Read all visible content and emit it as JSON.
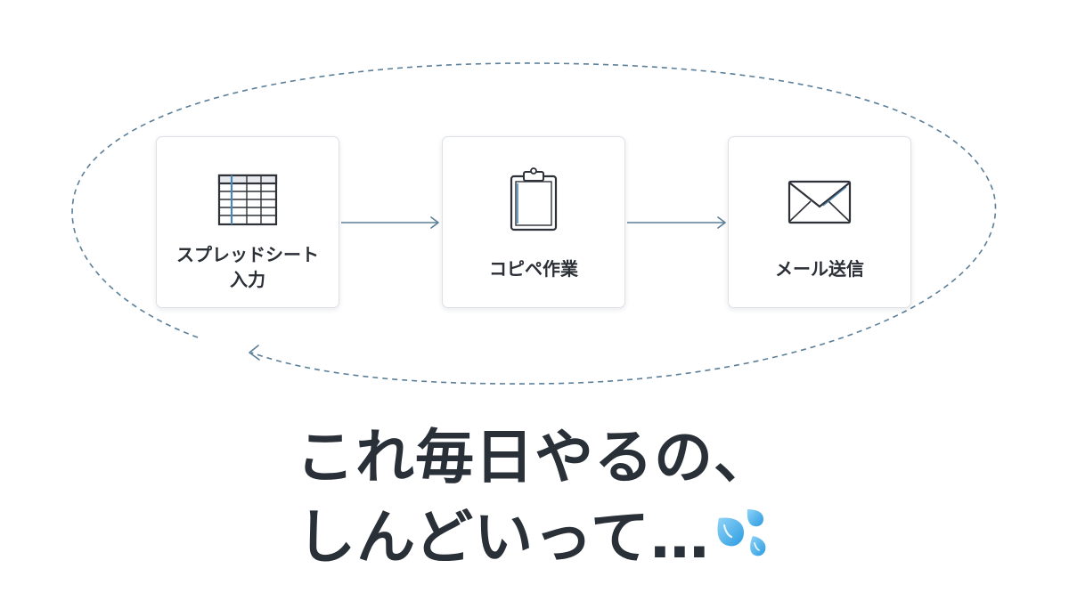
{
  "workflow": {
    "steps": [
      {
        "label": "スプレッドシート入力",
        "icon": "spreadsheet-icon"
      },
      {
        "label": "コピペ作業",
        "icon": "clipboard-icon"
      },
      {
        "label": "メール送信",
        "icon": "envelope-icon"
      }
    ]
  },
  "headline": {
    "line1": "これ毎日やるの、",
    "line2": "しんどいって…",
    "emoji": "sweat-droplets-icon"
  },
  "colors": {
    "arrow": "#5b7f99",
    "text": "#2a3038",
    "card_border": "#dde1e6",
    "droplet": "#49b3ec"
  }
}
